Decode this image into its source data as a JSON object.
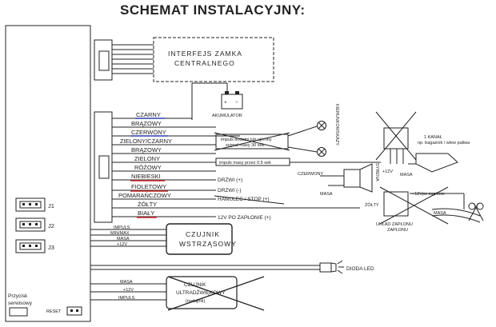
{
  "title": "SCHEMAT INSTALACYJNY:",
  "modules": {
    "lock_interface": [
      "INTERFEJS ZAMKA",
      "CENTRALNEGO"
    ],
    "shock_sensor": [
      "CZUJNIK",
      "WSTRZĄSOWY"
    ],
    "ultrasonic_sensor": [
      "CZUJNIK",
      "ULTRADŹWIĘKOWY",
      "(nadajnik)"
    ],
    "battery": "AKUMULATOR",
    "led": "DIODA LED",
    "siren": "SYRENA",
    "speaker": "CZERWONY",
    "ground": "MASA",
    "blinkers": "KIERUNKOWSKAZY",
    "relay_note": [
      "1 KANAŁ",
      "np. bagażnik / wlew paliwa"
    ],
    "ignition_system": [
      "UKŁAD ZAPŁONU",
      "ZAPŁONU"
    ],
    "plus12v": "+12V",
    "plus12v_ignition": "+12Vpo zapłonie",
    "yellow_short": "ŻÓŁTY",
    "ground_short": "MASA",
    "service_button": [
      "Przycisk",
      "serwisowy"
    ],
    "reset": "RESET"
  },
  "wires": [
    {
      "color_name": "CZARNY",
      "underline": "#2c3fae"
    },
    {
      "color_name": "BRĄZOWY",
      "underline": ""
    },
    {
      "color_name": "CZERWONY",
      "underline": "#2c3fae"
    },
    {
      "color_name": "ZIELONY/CZARNY",
      "underline": ""
    },
    {
      "color_name": "BRĄZOWY",
      "underline": ""
    },
    {
      "color_name": "ZIELONY",
      "underline": ""
    },
    {
      "color_name": "RÓŻOWY",
      "underline": ""
    },
    {
      "color_name": "NIEBIESKI",
      "underline": "#c8282a"
    },
    {
      "color_name": "FIOLETOWY",
      "underline": "#c8282a"
    },
    {
      "color_name": "POMARAŃCZOWY",
      "underline": ""
    },
    {
      "color_name": "ŻÓŁTY",
      "underline": ""
    },
    {
      "color_name": "BIAŁY",
      "underline": "#c8282a"
    }
  ],
  "wire_notes": {
    "blinker_out": [
      "impuls dodatni lub ujemny",
      "sygnał masy 30 sek."
    ],
    "impulse": "impuls masy przez 0.5 sek",
    "doors_plus": "DRZWI (+)",
    "doors_minus": "DRZWI (-)",
    "hood": "HAMULEC / STOP (+)",
    "ignition": "12V PO ZAPŁONIE (+)"
  },
  "sensor_wires": {
    "shock": [
      "IMPULS",
      "MIN/MAX",
      "MASA",
      "+12V"
    ],
    "ultra": [
      "MASA",
      "+12V",
      "IMPULS"
    ]
  },
  "jumpers": [
    "J1",
    "J2",
    "J3"
  ]
}
